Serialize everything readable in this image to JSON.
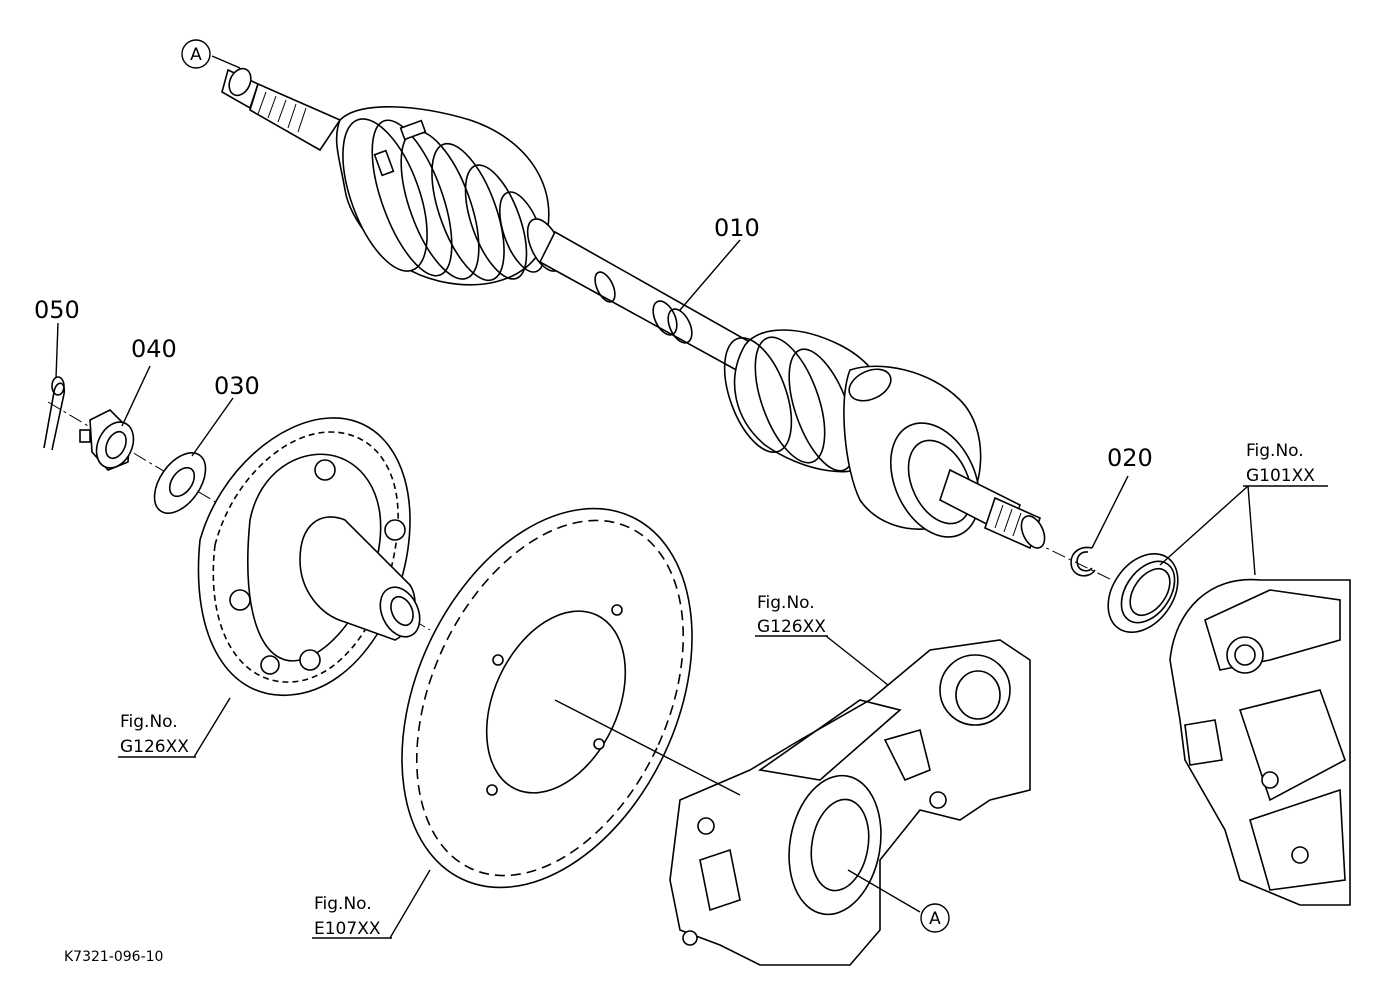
{
  "diagram": {
    "parts": [
      {
        "number": "010",
        "name_icon": "drive-shaft"
      },
      {
        "number": "020",
        "name_icon": "snap-ring"
      },
      {
        "number": "030",
        "name_icon": "washer"
      },
      {
        "number": "040",
        "name_icon": "castle-nut"
      },
      {
        "number": "050",
        "name_icon": "cotter-pin"
      }
    ],
    "references": [
      {
        "line1": "Fig.No.",
        "line2": "G101XX"
      },
      {
        "line1": "Fig.No.",
        "line2": "G126XX"
      },
      {
        "line1": "Fig.No.",
        "line2": "G126XX"
      },
      {
        "line1": "Fig.No.",
        "line2": "E107XX"
      }
    ],
    "markers": [
      "A",
      "A"
    ],
    "drawing_code": "K7321-096-10"
  }
}
